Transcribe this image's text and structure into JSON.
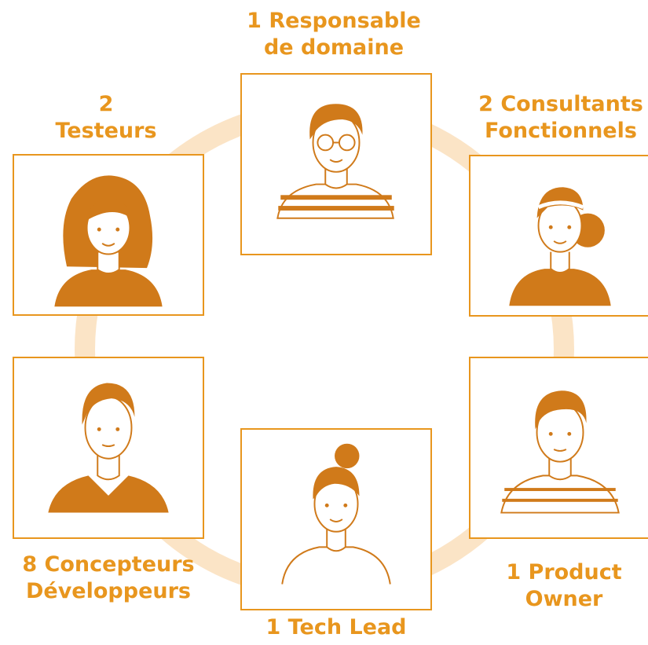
{
  "colors": {
    "accent": "#e8961e",
    "skin_line": "#d07a1a",
    "ring": "#fbe4c6"
  },
  "roles": [
    {
      "id": "domain-lead",
      "lines": [
        "1 Responsable",
        "de domaine"
      ],
      "icon": "man-glasses-striped-shirt-icon"
    },
    {
      "id": "functional-consultants",
      "lines": [
        "2 Consultants",
        "Fonctionnels"
      ],
      "icon": "woman-headband-bun-icon"
    },
    {
      "id": "product-owner",
      "lines": [
        "1 Product",
        "Owner"
      ],
      "icon": "man-striped-shirt-icon"
    },
    {
      "id": "tech-lead",
      "lines": [
        "1 Tech Lead"
      ],
      "icon": "woman-top-bun-icon"
    },
    {
      "id": "developers",
      "lines": [
        "8 Concepteurs",
        "Développeurs"
      ],
      "icon": "man-vneck-icon"
    },
    {
      "id": "testers",
      "lines": [
        "2",
        "Testeurs"
      ],
      "icon": "woman-long-hair-icon"
    }
  ]
}
